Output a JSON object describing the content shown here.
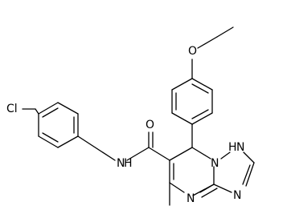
{
  "structure": {
    "atoms": {
      "cl": "Cl",
      "nh_amide": "N",
      "nh_amide_h": "H",
      "o_carbonyl": "O",
      "o_methoxy": "O",
      "n_ring_lower": "N",
      "n_triazole_bottom": "N",
      "n_bridge": "N",
      "nh_triazole": "H",
      "n_triazole_nh": "N"
    }
  }
}
